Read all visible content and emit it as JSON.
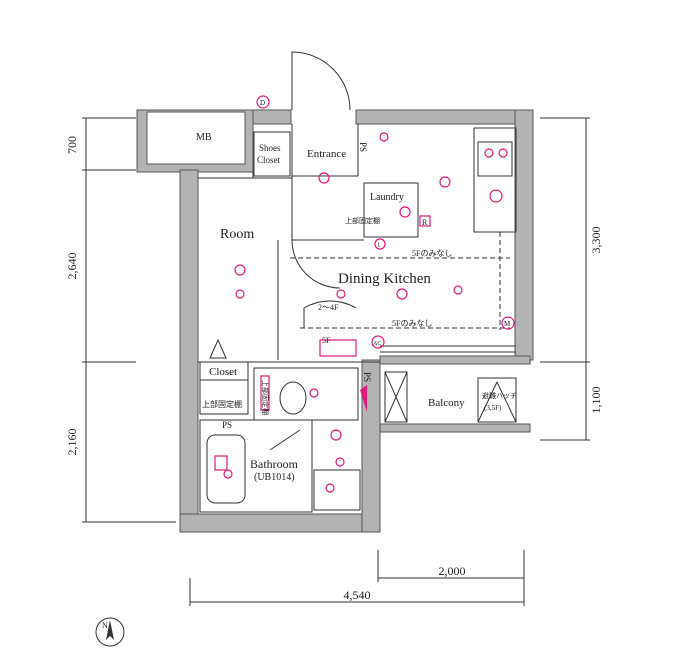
{
  "rooms": {
    "mb": "MB",
    "shoes_closet_line1": "Shoes",
    "shoes_closet_line2": "Closet",
    "entrance": "Entrance",
    "laundry": "Laundry",
    "room": "Room",
    "dining_kitchen": "Dining Kitchen",
    "closet": "Closet",
    "bathroom": "Bathroom",
    "bathroom_code": "(UB1014)",
    "balcony": "Balcony"
  },
  "annotations": {
    "ps_top": "PS",
    "ps_bath": "PS",
    "ps_balcony": "PS",
    "upper_fixed_shelf_laundry": "上部固定棚",
    "upper_fixed_shelf_closet": "上部固定棚",
    "upper_fixed_shelf_toilet": "上部固定棚",
    "fifth_floor_only_1": "5Fのみなし",
    "fifth_floor_only_2": "5Fのみなし",
    "floors_2_4": "2～4F",
    "floor_5": "5F",
    "refrigerator": "R",
    "evac_hatch_line1": "避難ハッチ",
    "evac_hatch_line2": "(3,5F)",
    "d_mark": "D",
    "t_mark": "t",
    "m_mark": "M",
    "ac_mark": "AC",
    "compass": "N"
  },
  "dimensions": {
    "left_top": "700",
    "left_mid": "2,640",
    "left_bottom": "2,160",
    "right_top": "3,300",
    "right_bottom": "1,100",
    "bottom_partial": "2,000",
    "bottom_total": "4,540"
  }
}
